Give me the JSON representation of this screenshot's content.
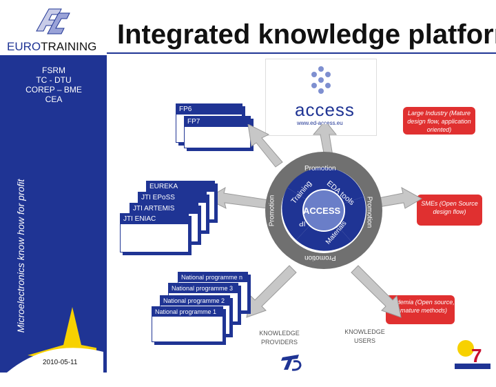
{
  "header": {
    "title": "Integrated knowledge platform",
    "brand_prefix": "EURO",
    "brand_suffix": "TRAINING"
  },
  "sidebar": {
    "partners": [
      "FSRM",
      "TC - DTU",
      "COREP – BME",
      "CEA"
    ],
    "vertical_text": "Microelectronics know how for profit",
    "date": "2010-05-11"
  },
  "center": {
    "logo_text": "access",
    "logo_url": "www.ed-access.eu",
    "hub_label": "ACCESS",
    "ring_top": "Promotion",
    "ring_bottom": "Promotion",
    "ring_left": "Promotion",
    "ring_right": "Promotion",
    "inner_segments": [
      "Training",
      "EDA tools",
      "Materials",
      "IP"
    ]
  },
  "stacks": {
    "fp": [
      "FP6",
      "FP7"
    ],
    "jti": [
      "EUREKA",
      "JTI EPoSS",
      "JTI ARTEMIS",
      "JTI ENIAC"
    ],
    "national": [
      "National programme n",
      "National programme 3",
      "National programme 2",
      "National programme 1"
    ]
  },
  "notes": {
    "large_industry": "Large Industry (Mature design flow, application oriented)",
    "smes": "SMEs (Open Source design flow)",
    "academia": "Academia (Open source, Immature methods)"
  },
  "bottom": {
    "providers": "KNOWLEDGE PROVIDERS",
    "users": "KNOWLEDGE USERS"
  },
  "colors": {
    "navy": "#1f3494",
    "red": "#e03030",
    "ring": "#6f6f6f",
    "hub": "#6a7ec8"
  }
}
